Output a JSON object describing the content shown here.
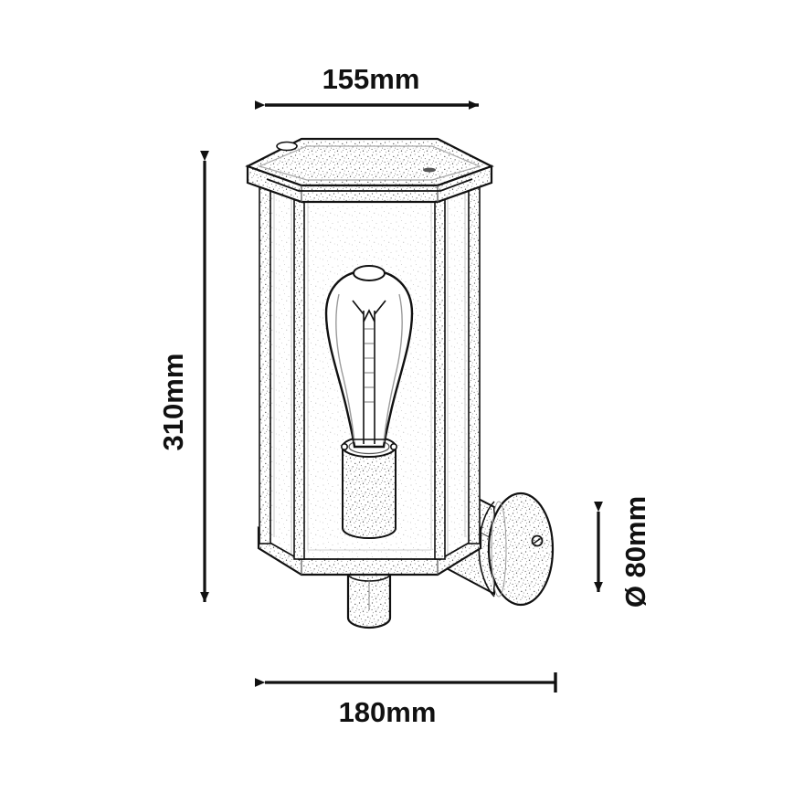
{
  "drawing": {
    "title": "Outdoor wall lantern dimension drawing",
    "background_color": "#ffffff",
    "line_color": "#111111",
    "product": {
      "name": "wall-lantern",
      "body_shape": "hexagonal",
      "bulb_type": "edison-st64",
      "mount_type": "wall-plate-round"
    }
  },
  "dimensions": {
    "width_top": {
      "label": "155mm",
      "value": 155,
      "unit": "mm",
      "orientation": "horizontal",
      "arrow_style": "double"
    },
    "height_left": {
      "label": "310mm",
      "value": 310,
      "unit": "mm",
      "orientation": "vertical",
      "arrow_style": "double"
    },
    "diameter_right": {
      "label": "Ø 80mm",
      "value": 80,
      "unit": "mm",
      "orientation": "vertical",
      "arrow_style": "double"
    },
    "depth_bottom": {
      "label": "180mm",
      "value": 180,
      "unit": "mm",
      "orientation": "horizontal",
      "arrow_style": "single-left"
    }
  }
}
